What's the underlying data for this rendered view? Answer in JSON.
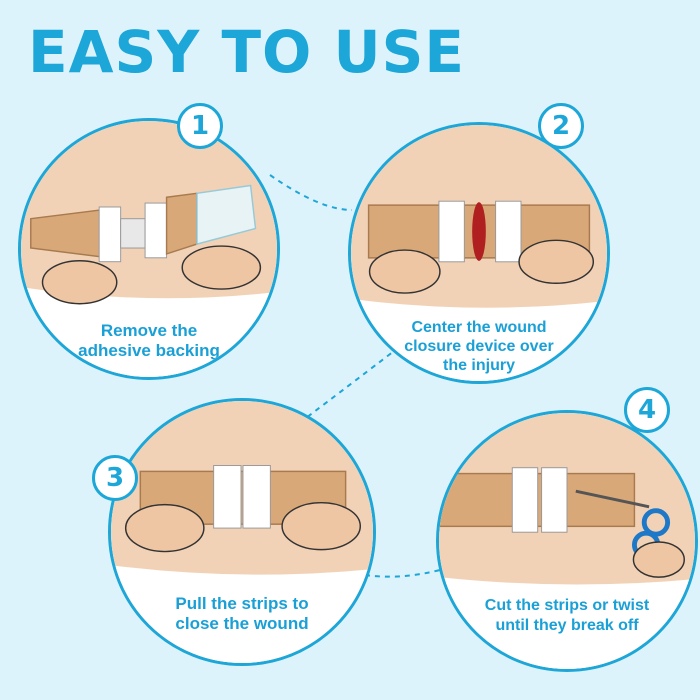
{
  "title": "EASY TO USE",
  "colors": {
    "accent": "#1da6d8",
    "background": "#ddf3fb",
    "bandage": "#d9a879",
    "skin": "#f2d2b6"
  },
  "steps": [
    {
      "number": "1",
      "caption_lines": [
        "Remove the",
        "adhesive backing"
      ]
    },
    {
      "number": "2",
      "caption_lines": [
        "Center the wound",
        "closure device over",
        "the injury"
      ]
    },
    {
      "number": "3",
      "caption_lines": [
        "Pull the strips to",
        "close the wound"
      ]
    },
    {
      "number": "4",
      "caption_lines": [
        "Cut the strips or twist",
        "until they break off"
      ]
    }
  ]
}
